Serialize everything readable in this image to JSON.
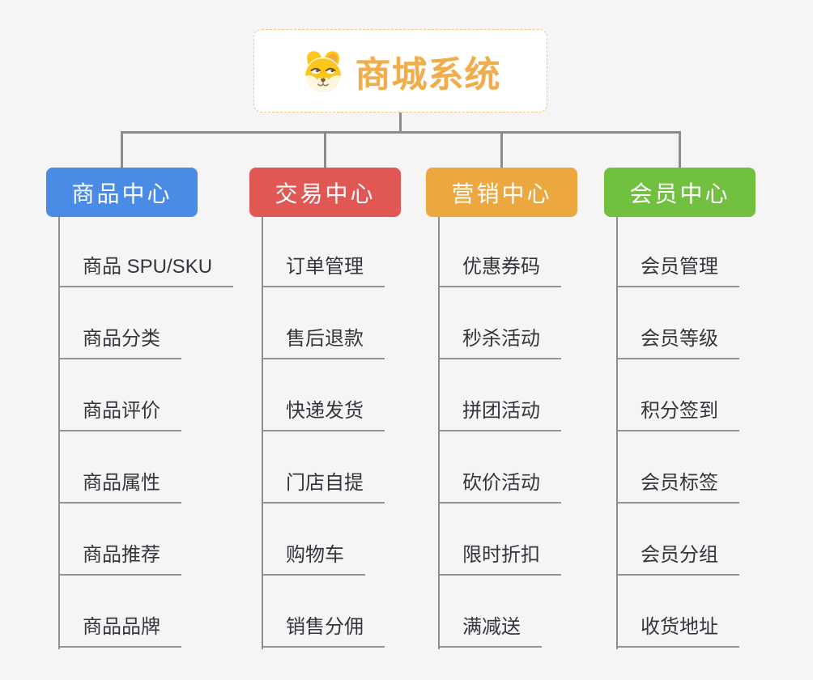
{
  "root": {
    "title": "商城系统",
    "icon": "dog-face-icon",
    "accent_color": "#F0AD4A",
    "border_color": "#F2C27E"
  },
  "connector_color": "#8C8C8C",
  "leaf_line_color": "#949494",
  "branches": [
    {
      "label": "商品中心",
      "color": "#4A8BE6",
      "items": [
        "商品 SPU/SKU",
        "商品分类",
        "商品评价",
        "商品属性",
        "商品推荐",
        "商品品牌"
      ]
    },
    {
      "label": "交易中心",
      "color": "#E15754",
      "items": [
        "订单管理",
        "售后退款",
        "快递发货",
        "门店自提",
        "购物车",
        "销售分佣"
      ]
    },
    {
      "label": "营销中心",
      "color": "#ECA73F",
      "items": [
        "优惠券码",
        "秒杀活动",
        "拼团活动",
        "砍价活动",
        "限时折扣",
        "满减送"
      ]
    },
    {
      "label": "会员中心",
      "color": "#72C040",
      "items": [
        "会员管理",
        "会员等级",
        "积分签到",
        "会员标签",
        "会员分组",
        "收货地址"
      ]
    }
  ]
}
